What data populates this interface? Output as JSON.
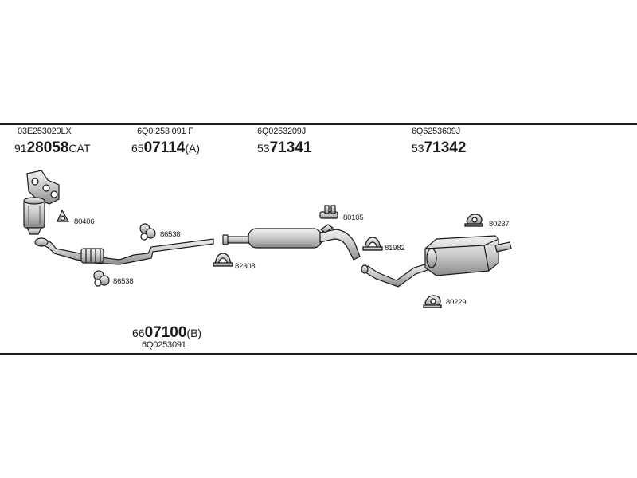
{
  "header_parts": [
    {
      "oem": "03E253020LX",
      "prefix": "91",
      "main": "28058",
      "suffix": "CAT"
    },
    {
      "oem": "6Q0 253 091 F",
      "prefix": "65",
      "main": "07114",
      "suffix": "(A)"
    },
    {
      "oem": "6Q0253209J",
      "prefix": "53",
      "main": "71341",
      "suffix": ""
    },
    {
      "oem": "6Q6253609J",
      "prefix": "53",
      "main": "71342",
      "suffix": ""
    }
  ],
  "footer_part": {
    "prefix": "66",
    "main": "07100",
    "suffix": "(B)",
    "oem": "6Q0253091"
  },
  "callouts": {
    "c80406": "80406",
    "c86538a": "86538",
    "c86538b": "86538",
    "c82308": "82308",
    "c80105": "80105",
    "c81982": "81982",
    "c80237": "80237",
    "c80229": "80229"
  },
  "colors": {
    "line": "#1a1a1a",
    "part_fill": "#d9d9d9",
    "part_shade": "#9a9a9a",
    "background": "#ffffff"
  }
}
